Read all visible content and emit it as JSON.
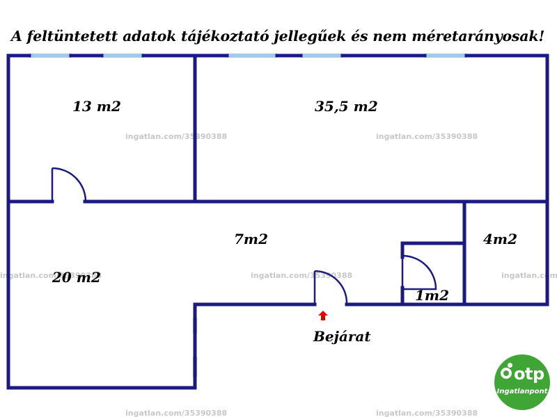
{
  "disclaimer": "A feltüntetett adatok tájékoztató jellegűek és nem méretarányosak!",
  "rooms": {
    "room1": "13 m2",
    "room2": "35,5 m2",
    "hall": "7m2",
    "room3": "20 m2",
    "room4": "4m2",
    "room5": "1m2"
  },
  "entrance": "Bejárat",
  "watermark": "ingatlan.com/35390388",
  "logo": {
    "name": "otp",
    "sub": "Ingatlanpont",
    "color": "#3fa535"
  },
  "colors": {
    "wall": "#1a1a80",
    "window": "#a8c8ea",
    "entrance_arrow": "#e00000"
  }
}
